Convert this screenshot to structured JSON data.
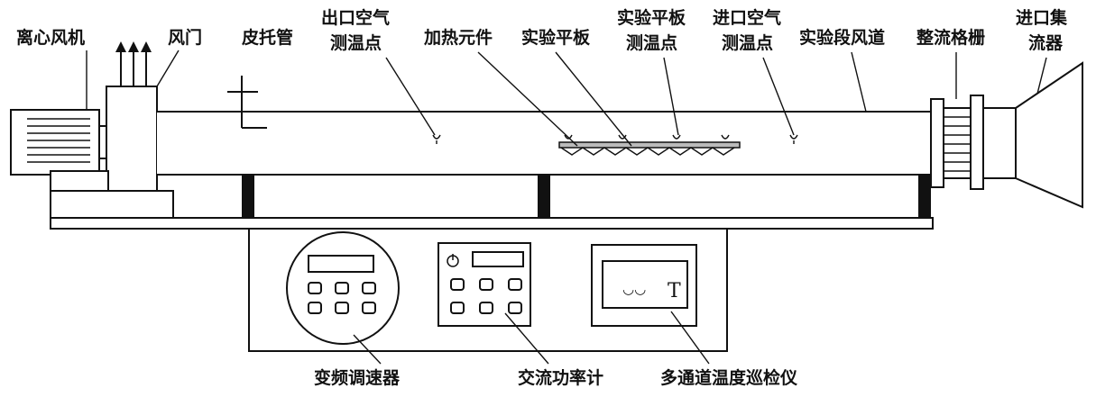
{
  "labels": {
    "fan": "离心风机",
    "damper": "风门",
    "pitot": "皮托管",
    "outlet_temp": [
      "出口空气",
      "测温点"
    ],
    "heater": "加热元件",
    "plate": "实验平板",
    "plate_temp": [
      "实验平板",
      "测温点"
    ],
    "inlet_temp": [
      "进口空气",
      "测温点"
    ],
    "duct": "实验段风道",
    "grille": "整流格栅",
    "collector": [
      "进口集",
      "流器"
    ],
    "vfd": "变频调速器",
    "power_meter": "交流功率计",
    "inspector": "多通道温度巡检仪"
  },
  "inspector_display": {
    "waveform": "◡◡",
    "letter": "T"
  },
  "icons": {
    "power": "power-icon"
  }
}
